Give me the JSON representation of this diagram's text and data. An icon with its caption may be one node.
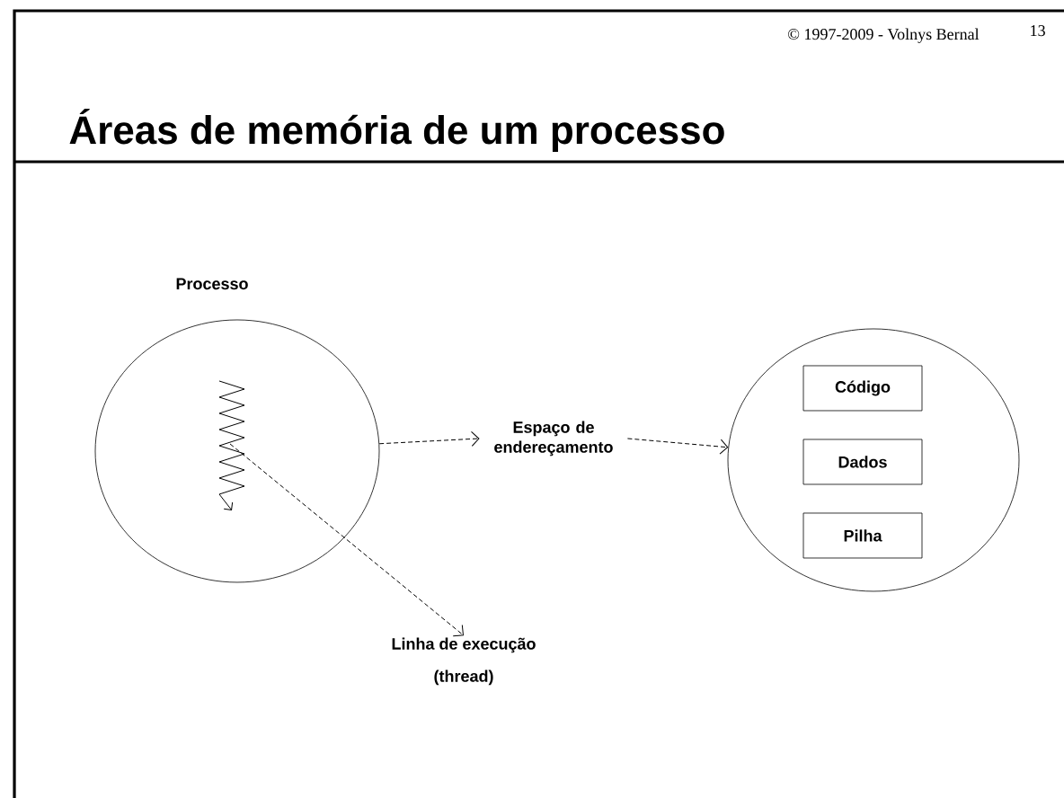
{
  "diagram": {
    "title": "Áreas de memória de um processo",
    "nodes": [
      {
        "text": [
          "Processo"
        ]
      },
      {
        "text": [],
        "shape": "squiggle",
        "in": 0
      },
      {
        "text": [
          "Espaço de endereçamento"
        ]
      },
      {
        "text": [
          "Linha de execução",
          "(thread)"
        ]
      },
      {
        "text": [],
        "shape": "circle"
      },
      {
        "text": [
          "Código"
        ],
        "in": 4
      },
      {
        "text": [
          "Dados"
        ],
        "in": 4
      },
      {
        "text": [
          "Pilha"
        ],
        "in": 4
      }
    ],
    "edges": [
      {
        "from": 0,
        "to": 2,
        "arrow": "to",
        "style": "dashed"
      },
      {
        "from": 2,
        "to": 4,
        "arrow": "to",
        "style": "dashed"
      },
      {
        "from": 1,
        "to": 3,
        "arrow": "to",
        "style": "dashed"
      }
    ],
    "labels": [
      "© 1997-2009 -  Volnys Bernal",
      "13"
    ]
  }
}
